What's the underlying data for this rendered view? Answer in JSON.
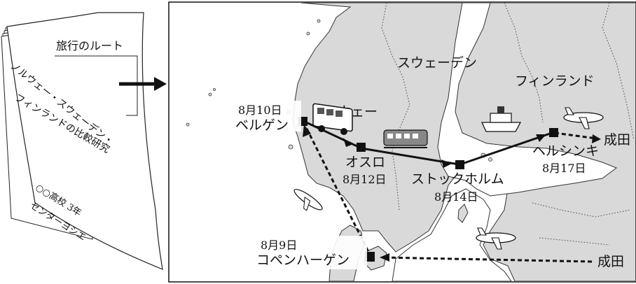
{
  "booklet": {
    "title": "旅行のルート",
    "subtitle_line1": "ノルウェー・スウェーデン・",
    "subtitle_line2": "フィンランドの比較研究",
    "author_line1": "○○高校 3年",
    "author_line2": "センターヨシエ"
  },
  "map": {
    "countries": {
      "norway": "ノルウェー",
      "sweden": "スウェーデン",
      "finland": "フィンランド"
    },
    "stops": {
      "bergen": {
        "name": "ベルゲン",
        "date": "8月10日"
      },
      "oslo": {
        "name": "オスロ",
        "date": "8月12日"
      },
      "stockholm": {
        "name": "ストックホルム",
        "date": "8月14日"
      },
      "helsinki": {
        "name": "ヘルシンキ",
        "date": "8月17日"
      },
      "copenhagen": {
        "name": "コペンハーゲン",
        "date": "8月9日"
      }
    },
    "narita_east": "成田",
    "narita_south": "成田"
  },
  "colors": {
    "sea": "#ffffff",
    "land": "#d9d9d9",
    "ink": "#111111"
  }
}
